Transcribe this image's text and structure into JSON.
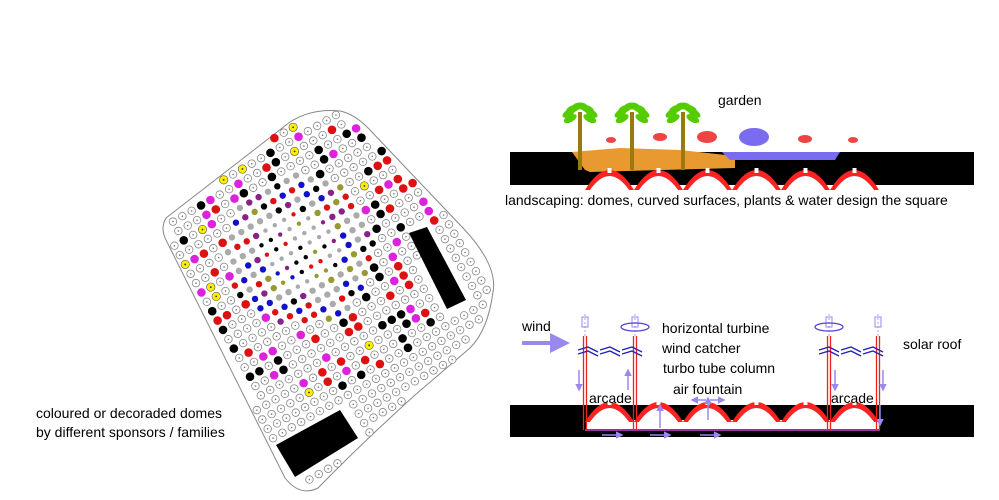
{
  "plan": {
    "caption_line1": "coloured or decoraded domes",
    "caption_line2": "by different sponsors / families",
    "dome_colors": {
      "plain": "#888888",
      "black": "#000000",
      "red": "#dd1111",
      "magenta": "#dd22dd",
      "yellow": "#ffee00",
      "blue": "#1111cc",
      "gray": "#aaaaaa",
      "olive": "#999933",
      "purple": "#882288"
    }
  },
  "landscape_section": {
    "title": "garden",
    "caption": "landscaping: domes, curved surfaces, plants & water design the square",
    "colors": {
      "ground": "#000000",
      "dome": "#ff2222",
      "earth": "#e89a30",
      "water": "#7a6cf0",
      "palm_leaf": "#55cc00",
      "palm_trunk": "#9a7a10"
    }
  },
  "ventilation_section": {
    "wind": "wind",
    "horizontal_turbine": "horizontal turbine",
    "wind_catcher": "wind catcher",
    "turbo_tube_column": "turbo tube column",
    "air_fountain": "air fountain",
    "arcade_left": "arcade",
    "arcade_right": "arcade",
    "solar_roof": "solar roof",
    "colors": {
      "airflow": "#9988ee",
      "catcher": "#2222bb",
      "column": "#ee2222",
      "duct": "#993399"
    }
  }
}
